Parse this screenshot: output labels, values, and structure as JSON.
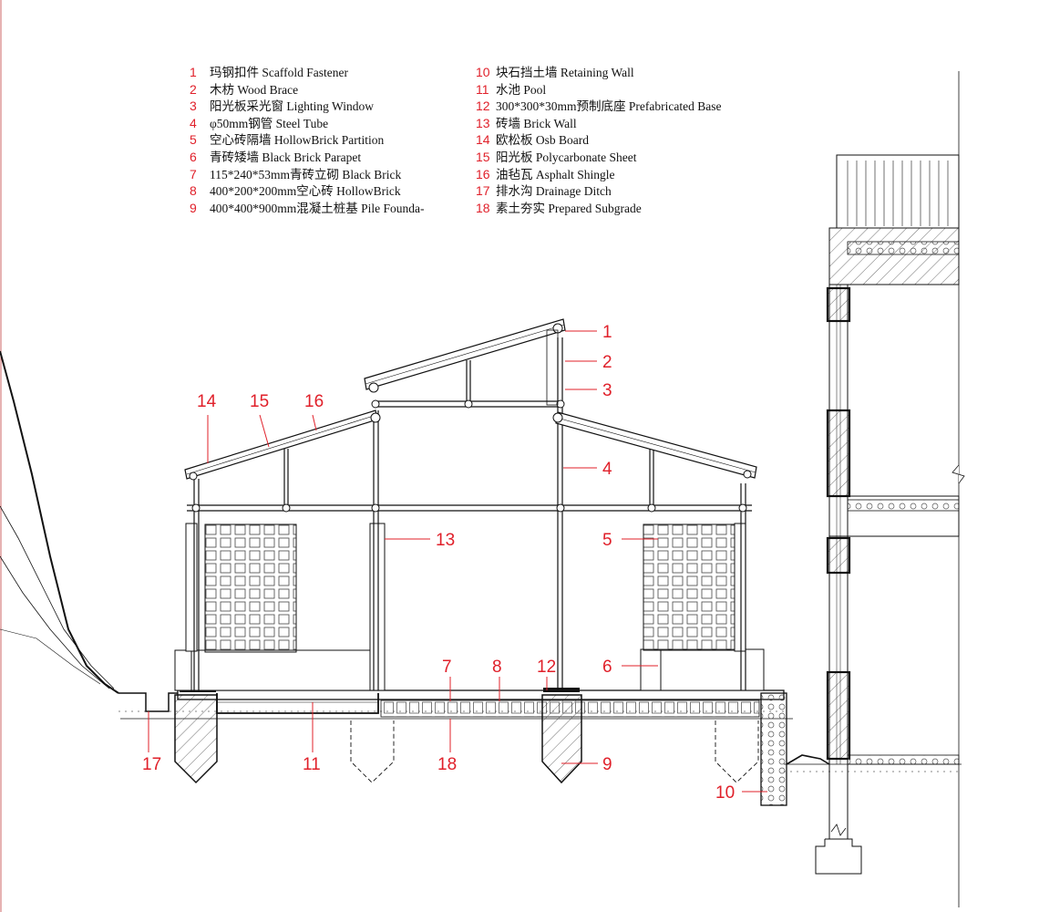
{
  "legend": {
    "left": [
      {
        "num": "1",
        "text": "玛钢扣件 Scaffold Fastener"
      },
      {
        "num": "2",
        "text": "木枋 Wood Brace"
      },
      {
        "num": "3",
        "text": "阳光板采光窗 Lighting Window"
      },
      {
        "num": "4",
        "text": "φ50mm钢管 Steel Tube"
      },
      {
        "num": "5",
        "text": "空心砖隔墙 HollowBrick Partition"
      },
      {
        "num": "6",
        "text": "青砖矮墙 Black Brick Parapet"
      },
      {
        "num": "7",
        "text": "115*240*53mm青砖立砌 Black Brick"
      },
      {
        "num": "8",
        "text": "400*200*200mm空心砖 HollowBrick"
      },
      {
        "num": "9",
        "text": "400*400*900mm混凝土桩基 Pile Founda-"
      }
    ],
    "right": [
      {
        "num": "10",
        "text": "块石挡土墙 Retaining Wall"
      },
      {
        "num": "11",
        "text": "水池 Pool"
      },
      {
        "num": "12",
        "text": "300*300*30mm预制底座 Prefabricated Base"
      },
      {
        "num": "13",
        "text": "砖墙 Brick Wall"
      },
      {
        "num": "14",
        "text": "欧松板 Osb Board"
      },
      {
        "num": "15",
        "text": "阳光板 Polycarbonate Sheet"
      },
      {
        "num": "16",
        "text": "油毡瓦 Asphalt Shingle"
      },
      {
        "num": "17",
        "text": "排水沟 Drainage Ditch"
      },
      {
        "num": "18",
        "text": "素土夯实 Prepared Subgrade"
      }
    ]
  },
  "callouts": {
    "c1": "1",
    "c2": "2",
    "c3": "3",
    "c4": "4",
    "c5": "5",
    "c6": "6",
    "c7": "7",
    "c8": "8",
    "c9": "9",
    "c10": "10",
    "c11": "11",
    "c12": "12",
    "c13": "13",
    "c14": "14",
    "c15": "15",
    "c16": "16",
    "c17": "17",
    "c18": "18"
  },
  "colors": {
    "callout": "#e0202a",
    "line": "#111111"
  }
}
